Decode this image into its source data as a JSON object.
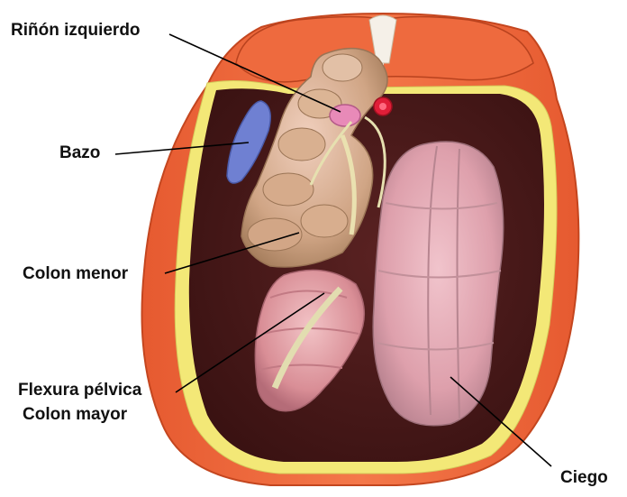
{
  "labels": {
    "rinon_izquierdo": "Riñón izquierdo",
    "bazo": "Bazo",
    "colon_menor": "Colon menor",
    "flexura_pelvica": "Flexura pélvica",
    "colon_mayor": "Colon mayor",
    "ciego": "Ciego"
  },
  "colors": {
    "body_wall": "#f26a3e",
    "body_wall_dark": "#d4502a",
    "fat_line": "#f2e878",
    "cavity": "#4a1a1a",
    "spleen": "#6f7fcf",
    "kidney": "#e58ab8",
    "aorta": "#e0203a",
    "small_colon": "#d9b08e",
    "large_colon": "#e7a0a4",
    "cecum": "#e9aab4",
    "mesentery": "#e8e3b0"
  }
}
